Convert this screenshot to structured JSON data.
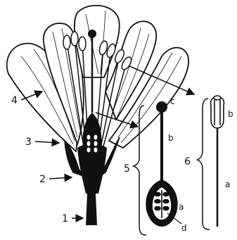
{
  "labels": {
    "n1": "1",
    "n2": "2",
    "n3": "3",
    "n4": "4",
    "n5": "5",
    "n6": "6",
    "pistil_a": "a",
    "pistil_b": "b",
    "pistil_c": "c",
    "pistil_d": "d",
    "stamen_a": "a",
    "stamen_b": "b"
  }
}
